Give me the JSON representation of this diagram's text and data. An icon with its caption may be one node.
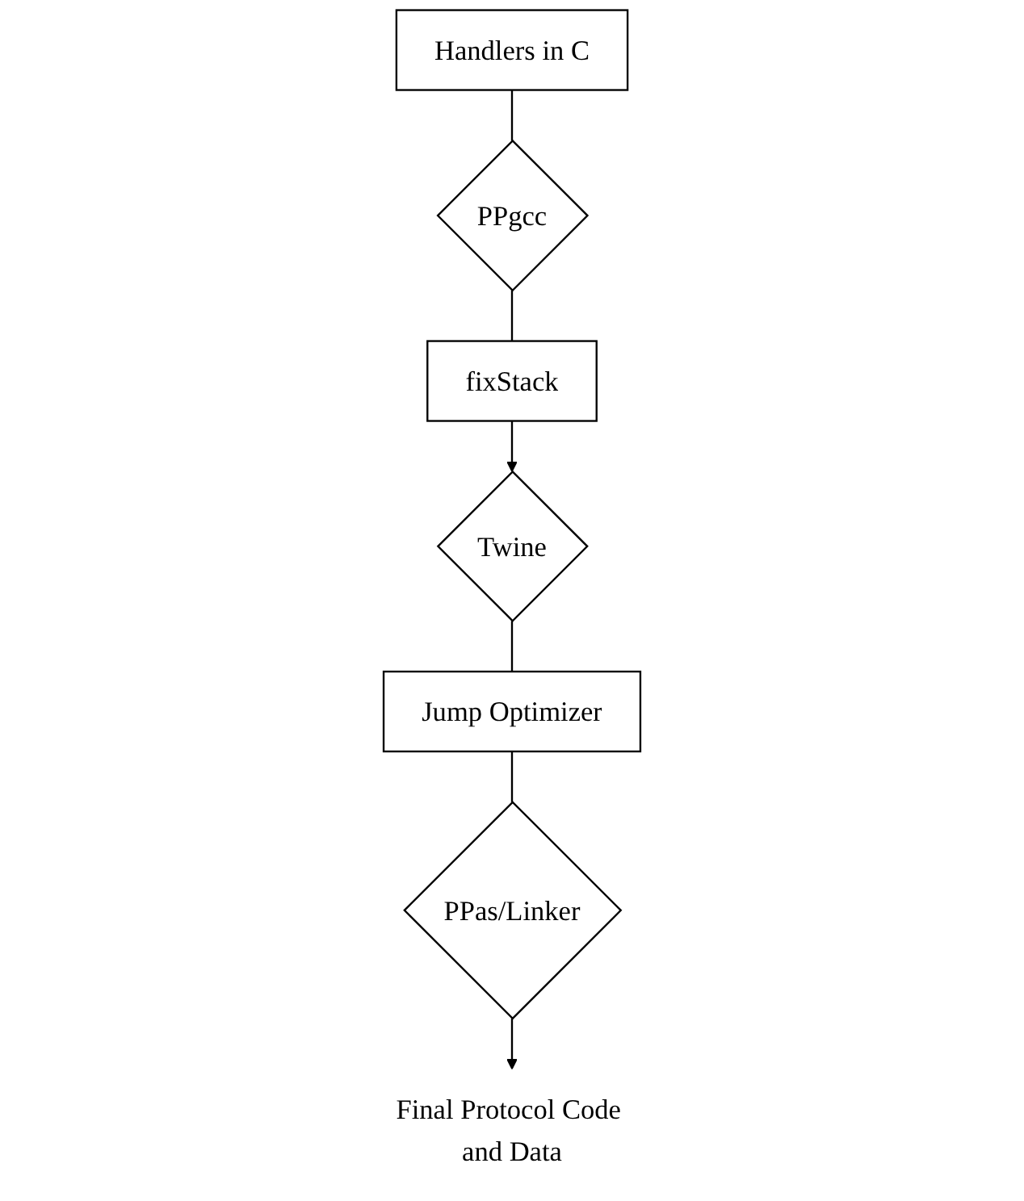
{
  "diagram": {
    "nodes": [
      {
        "text": [
          "Handlers in C"
        ]
      },
      {
        "text": [
          "PPgcc"
        ]
      },
      {
        "text": [
          "fixStack"
        ]
      },
      {
        "text": [
          "Twine"
        ]
      },
      {
        "text": [
          "Jump Optimizer"
        ]
      },
      {
        "text": [
          "PPas/Linker"
        ]
      },
      {
        "text": [
          "Final Protocol Code and Data"
        ]
      }
    ],
    "edges": [
      {
        "from": 0,
        "to": 1,
        "arrow": "none"
      },
      {
        "from": 1,
        "to": 2,
        "arrow": "none"
      },
      {
        "from": 2,
        "to": 3,
        "arrow": "to"
      },
      {
        "from": 3,
        "to": 4,
        "arrow": "none"
      },
      {
        "from": 4,
        "to": 5,
        "arrow": "none"
      },
      {
        "from": 5,
        "to": 6,
        "arrow": "to"
      }
    ]
  }
}
